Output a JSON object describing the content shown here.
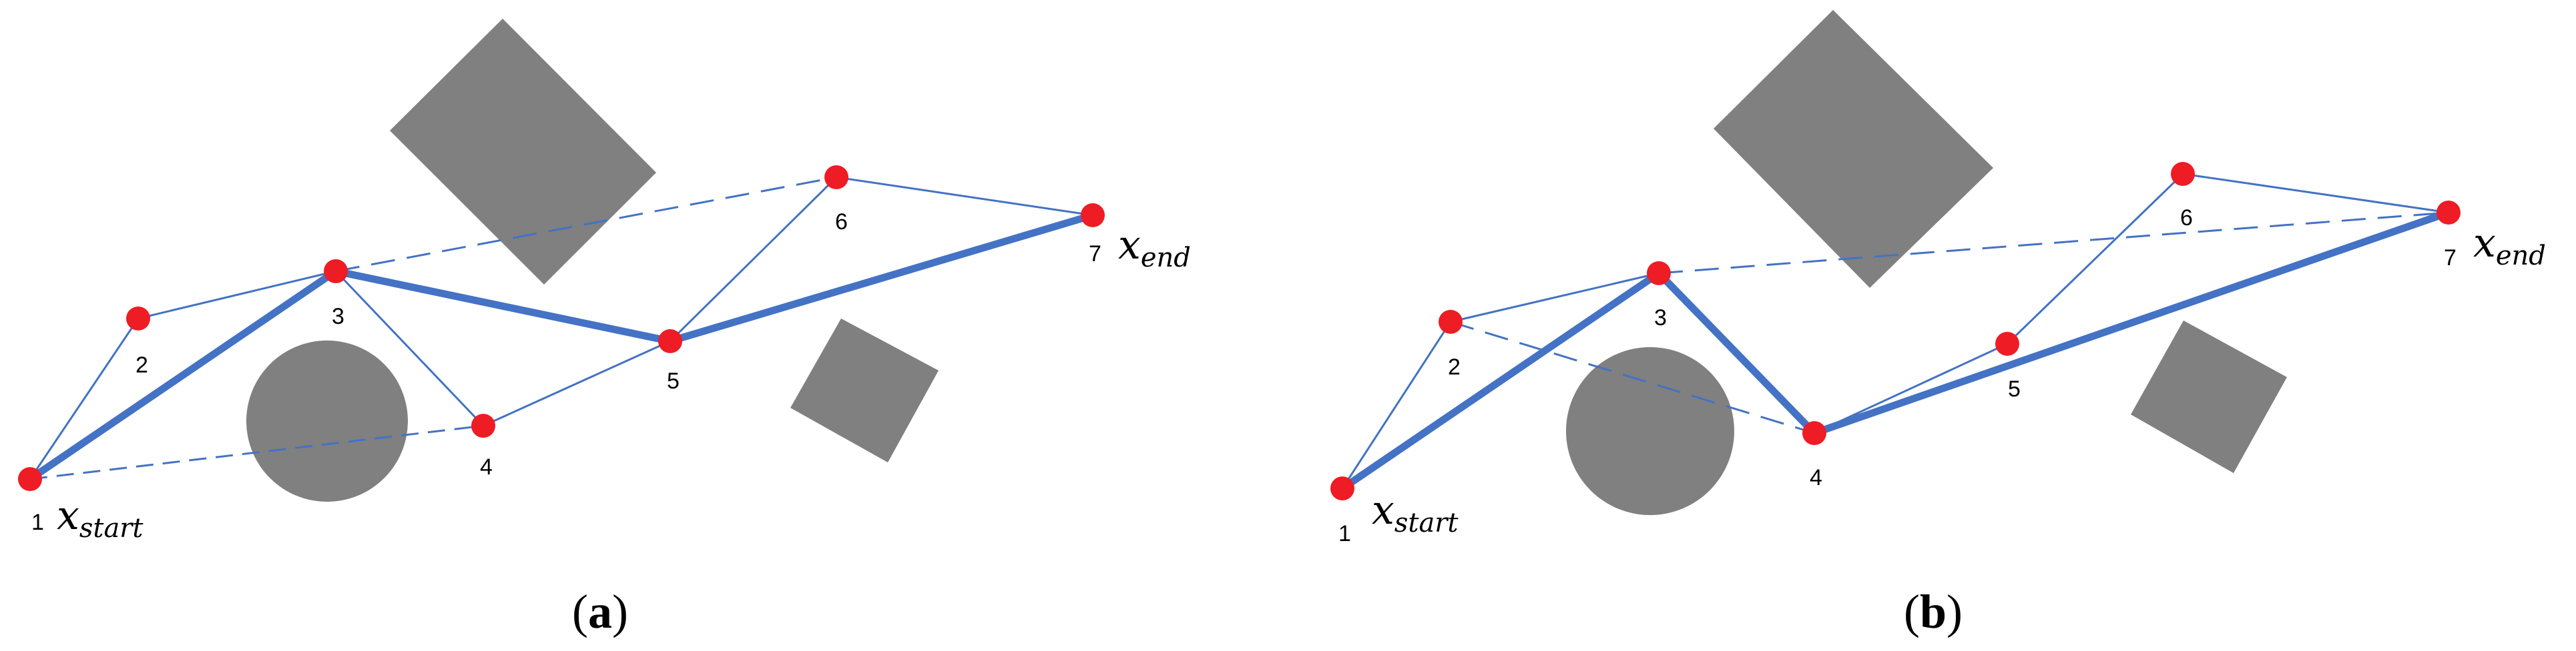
{
  "colors": {
    "obstacle": "#808080",
    "node": "#ee1c24",
    "edge": "#4472c4"
  },
  "panels": [
    {
      "label_open": "(",
      "label_letter": "a",
      "label_close": ")",
      "nodes": [
        {
          "id": "1",
          "label": "1"
        },
        {
          "id": "2",
          "label": "2"
        },
        {
          "id": "3",
          "label": "3"
        },
        {
          "id": "4",
          "label": "4"
        },
        {
          "id": "5",
          "label": "5"
        },
        {
          "id": "6",
          "label": "6"
        },
        {
          "id": "7",
          "label": "7"
        }
      ],
      "start_symbol": {
        "var": "x",
        "sub": "start"
      },
      "end_symbol": {
        "var": "x",
        "sub": "end"
      },
      "path": [
        "1",
        "3",
        "5",
        "7"
      ]
    },
    {
      "label_open": "(",
      "label_letter": "b",
      "label_close": ")",
      "nodes": [
        {
          "id": "1",
          "label": "1"
        },
        {
          "id": "2",
          "label": "2"
        },
        {
          "id": "3",
          "label": "3"
        },
        {
          "id": "4",
          "label": "4"
        },
        {
          "id": "5",
          "label": "5"
        },
        {
          "id": "6",
          "label": "6"
        },
        {
          "id": "7",
          "label": "7"
        }
      ],
      "start_symbol": {
        "var": "x",
        "sub": "start"
      },
      "end_symbol": {
        "var": "x",
        "sub": "end"
      },
      "path": [
        "1",
        "3",
        "4",
        "7"
      ]
    }
  ]
}
